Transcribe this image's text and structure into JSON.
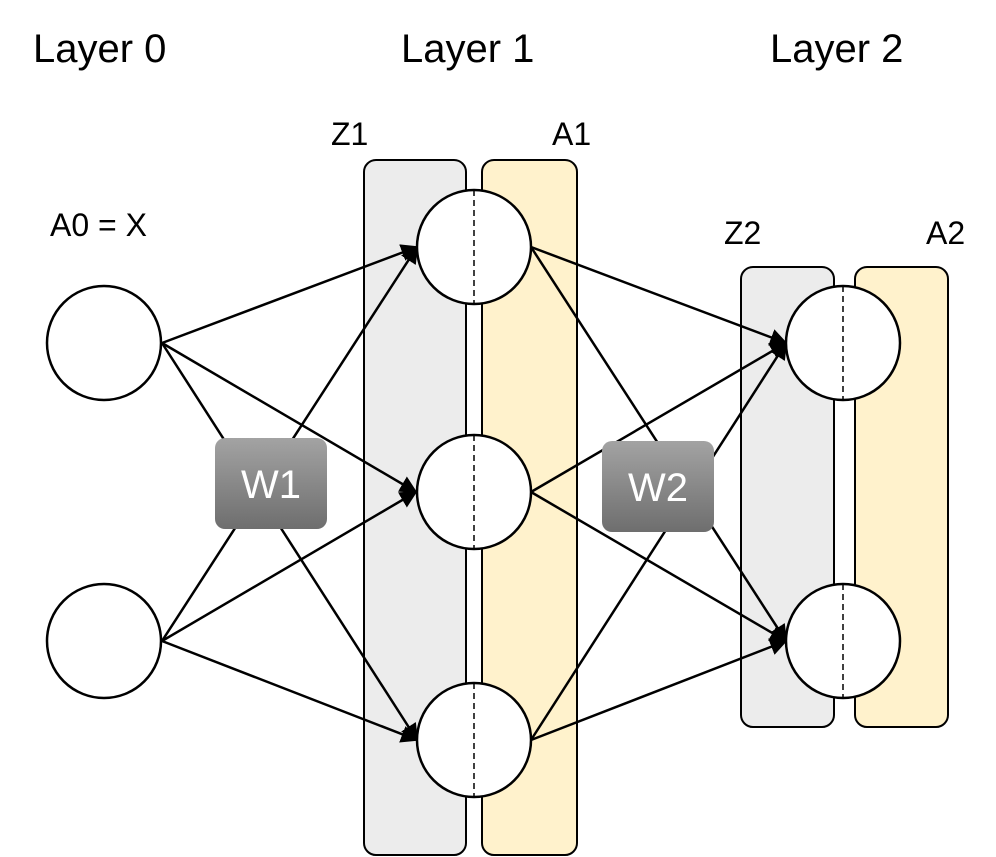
{
  "layers": [
    {
      "title": "Layer 0"
    },
    {
      "title": "Layer 1"
    },
    {
      "title": "Layer 2"
    }
  ],
  "labels": {
    "a0": "A0 = X",
    "z1": "Z1",
    "a1": "A1",
    "z2": "Z2",
    "a2": "A2"
  },
  "weights": {
    "w1": "W1",
    "w2": "W2"
  },
  "colors": {
    "z_band": "#ececec",
    "a_band": "#fff2cc",
    "weight_box_top": "#9a9a9a",
    "weight_box_bottom": "#6f6f6f"
  }
}
